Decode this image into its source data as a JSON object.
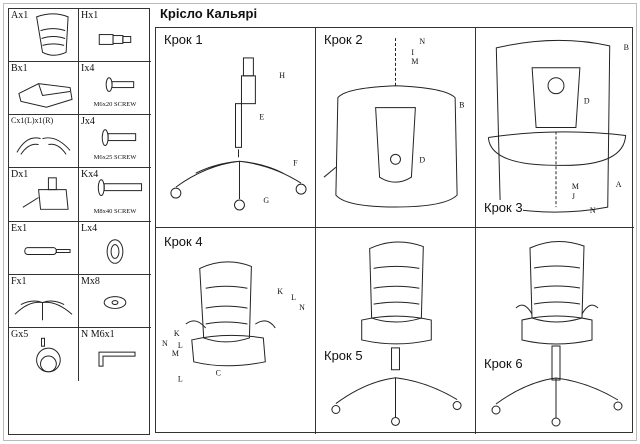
{
  "title": "Крісло Кальярі",
  "parts": [
    {
      "label": "Ax1",
      "name": "backrest"
    },
    {
      "label": "Hx1",
      "name": "gas-lift-cover"
    },
    {
      "label": "Bx1",
      "name": "seat"
    },
    {
      "label": "Ix4",
      "note": "M6x20 SCREW"
    },
    {
      "label": "Cx1(L)x1(R)",
      "name": "armrests"
    },
    {
      "label": "Jx4",
      "note": "M6x25 SCREW"
    },
    {
      "label": "Dx1",
      "name": "mechanism"
    },
    {
      "label": "Kx4",
      "note": "M8x40 SCREW"
    },
    {
      "label": "Ex1",
      "name": "gas-lift"
    },
    {
      "label": "Lx4",
      "name": "spacer"
    },
    {
      "label": "Fx1",
      "name": "base"
    },
    {
      "label": "Mx8",
      "name": "washer"
    },
    {
      "label": "Gx5",
      "name": "caster"
    },
    {
      "label": "N M6x1",
      "name": "hex-key"
    }
  ],
  "steps": [
    {
      "label": "Крок 1",
      "callouts": [
        "H",
        "E",
        "F",
        "G"
      ]
    },
    {
      "label": "Крок 2",
      "callouts": [
        "N",
        "I",
        "M",
        "B",
        "D"
      ]
    },
    {
      "label": "Крок 3",
      "callouts": [
        "B",
        "D",
        "M",
        "J",
        "N",
        "A"
      ]
    },
    {
      "label": "Крок 4",
      "callouts": [
        "K",
        "L",
        "N",
        "M",
        "C",
        "K",
        "L",
        "N"
      ]
    },
    {
      "label": "Крок 5"
    },
    {
      "label": "Крок 6"
    }
  ]
}
